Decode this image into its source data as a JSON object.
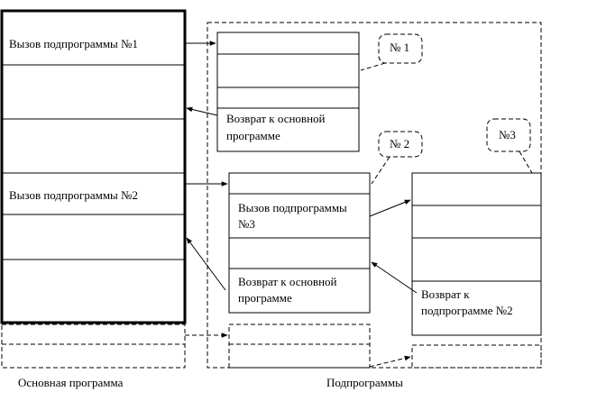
{
  "main_program": {
    "title": "Основная программа",
    "call_1": "Вызов подпрограммы №1",
    "call_2": "Вызов подпрограммы №2"
  },
  "subroutines": {
    "title": "Подпрограммы",
    "sub1": {
      "callout": "№ 1",
      "return_line1": "Возврат к основной",
      "return_line2": "программе"
    },
    "sub2": {
      "callout": "№ 2",
      "call_line1": "Вызов подпрограммы",
      "call_line2": "№3",
      "return_line1": "Возврат к основной",
      "return_line2": "программе"
    },
    "sub3": {
      "callout": "№3",
      "return_line1": "Возврат к",
      "return_line2": "подпрограмме №2"
    }
  }
}
